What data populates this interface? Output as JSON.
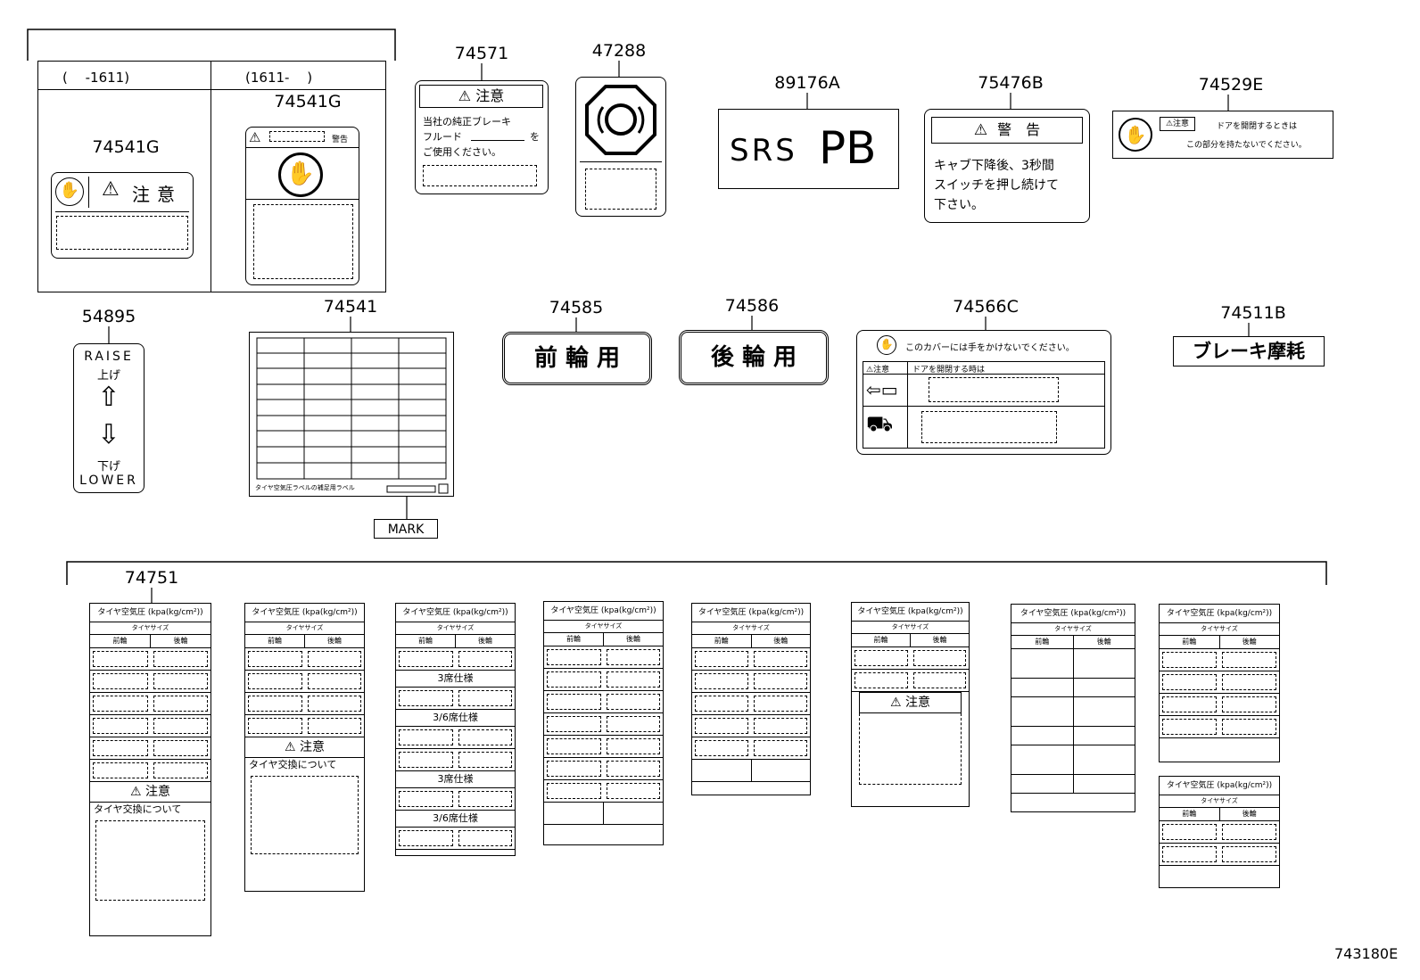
{
  "top_group": {
    "left_range": "(　 -1611)",
    "right_range": "(1611-　 )"
  },
  "parts": {
    "p74541G_left": "74541G",
    "p74541G_right": "74541G",
    "p74571": "74571",
    "p47288": "47288",
    "p89176A": "89176A",
    "p75476B": "75476B",
    "p74529E": "74529E",
    "p54895": "54895",
    "p74541": "74541",
    "p74585": "74585",
    "p74586": "74586",
    "p74566C": "74566C",
    "p74511B": "74511B",
    "p74751": "74751"
  },
  "labels": {
    "caution": "注意",
    "warning_small": "警告",
    "l74571_line1": "当社の純正ブレーキ",
    "l74571_line2": "フルード",
    "l74571_line2b": "を",
    "l74571_line3": "ご使用ください。",
    "srs": "SRS",
    "pb": "PB",
    "warning": "警　告",
    "l75476_line1": "キャブ下降後、3秒間",
    "l75476_line2": "スイッチを押し続けて",
    "l75476_line3": "下さい。",
    "l74529_caution": "注意",
    "l74529_line1": "ドアを開閉するときは",
    "l74529_line2": "この部分を持たないでください。",
    "raise_en": "RAISE",
    "raise_jp": "上げ",
    "lower_jp": "下げ",
    "lower_en": "LOWER",
    "l74541_caption": "タイヤ空気圧ラベルの補足用ラベル",
    "mark": "MARK",
    "front_wheel": "前 輪 用",
    "rear_wheel": "後 輪 用",
    "l74566_top": "このカバーには手をかけないでください。",
    "l74566_caution": "注意",
    "l74566_door": "ドアを開閉する時は",
    "brake_wear": "ブレーキ摩耗",
    "tire_title": "タイヤ空気圧 (kpa(kg/cm²))",
    "tire_size": "タイヤサイズ",
    "front": "前輪",
    "rear": "後輪",
    "tire_change": "タイヤ交換について",
    "seat3": "3席仕様",
    "seat36": "3/6席仕様",
    "diagram_code": "743180E"
  }
}
